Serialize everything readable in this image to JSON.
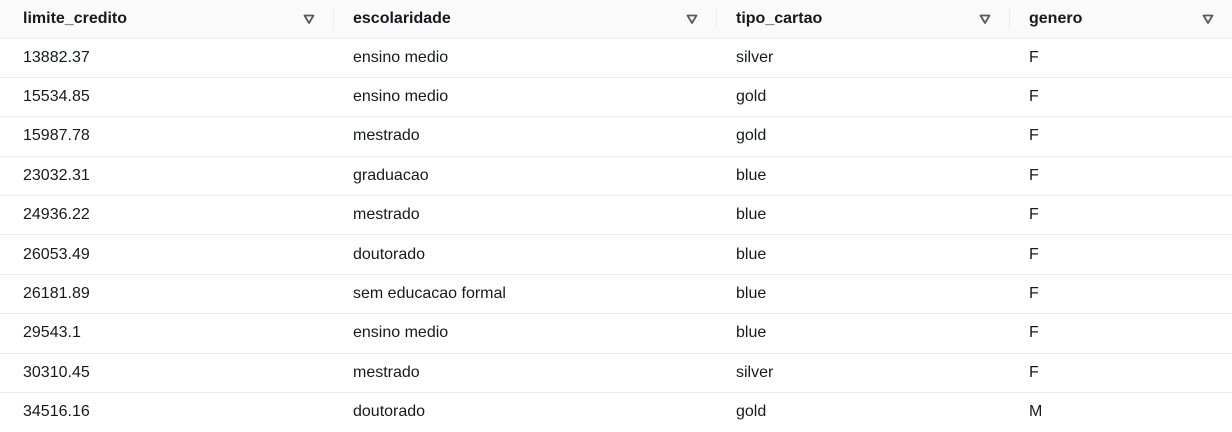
{
  "columns": [
    {
      "label": "limite_credito"
    },
    {
      "label": "escolaridade"
    },
    {
      "label": "tipo_cartao"
    },
    {
      "label": "genero"
    }
  ],
  "rows": [
    [
      "13882.37",
      "ensino medio",
      "silver",
      "F"
    ],
    [
      "15534.85",
      "ensino medio",
      "gold",
      "F"
    ],
    [
      "15987.78",
      "mestrado",
      "gold",
      "F"
    ],
    [
      "23032.31",
      "graduacao",
      "blue",
      "F"
    ],
    [
      "24936.22",
      "mestrado",
      "blue",
      "F"
    ],
    [
      "26053.49",
      "doutorado",
      "blue",
      "F"
    ],
    [
      "26181.89",
      "sem educacao formal",
      "blue",
      "F"
    ],
    [
      "29543.1",
      "ensino medio",
      "blue",
      "F"
    ],
    [
      "30310.45",
      "mestrado",
      "silver",
      "F"
    ],
    [
      "34516.16",
      "doutorado",
      "gold",
      "M"
    ]
  ],
  "icons": {
    "sort": "sort-down-triangle-icon"
  },
  "colors": {
    "text": "#16191f",
    "header_bg": "#fafafa",
    "divider": "#eaeded",
    "icon": "#545b64"
  }
}
